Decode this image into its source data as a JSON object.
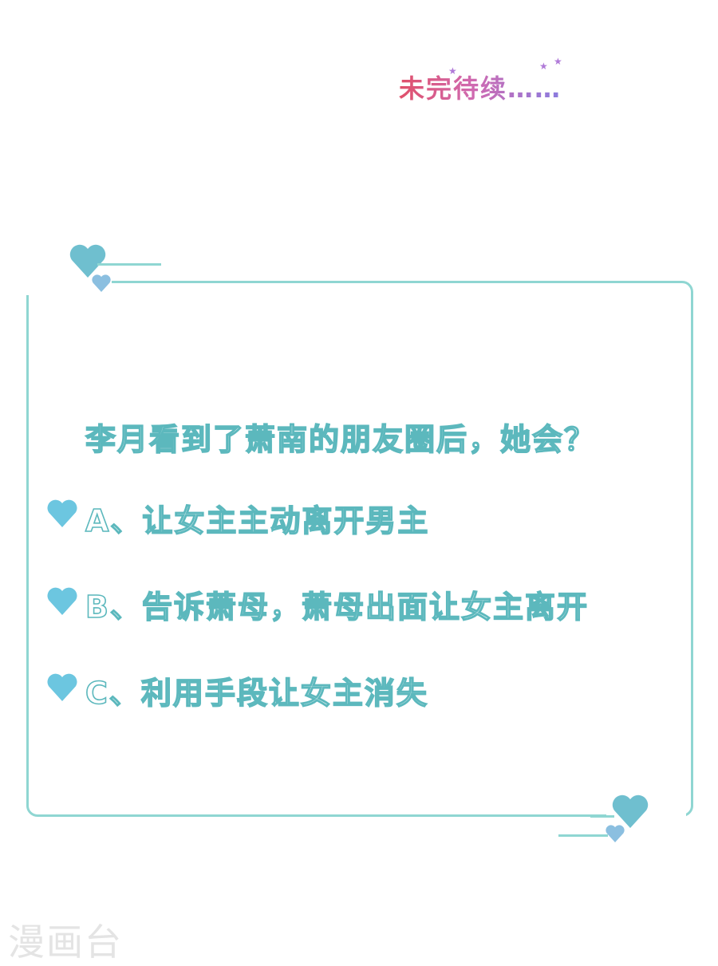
{
  "header": {
    "to_be_continued": "未完待续……"
  },
  "poll": {
    "question": "李月看到了萧南的朋友圈后，她会？",
    "options": [
      {
        "text": "A、让女主主动离开男主"
      },
      {
        "text": "B、告诉萧母，萧母出面让女主离开"
      },
      {
        "text": "C、利用手段让女主消失"
      }
    ]
  },
  "watermark": {
    "text": "漫画台"
  },
  "colors": {
    "frame": "#8fd6d2",
    "text_outline": "#5cb8bd",
    "heart": "#6cc6e0"
  },
  "icons": [
    "heart-icon",
    "star-icon"
  ]
}
